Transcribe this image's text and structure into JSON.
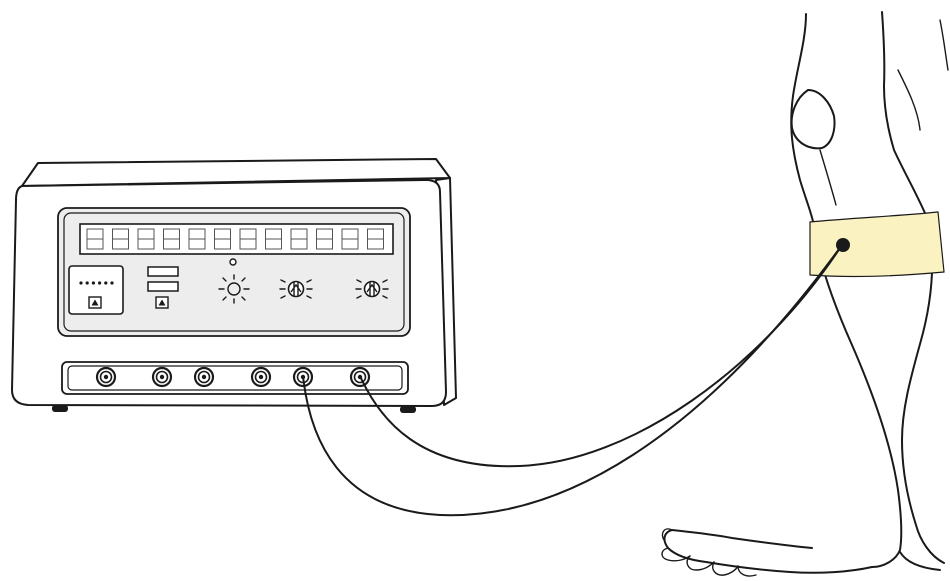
{
  "diagram": {
    "display_digits": 12,
    "leds": 6,
    "output_jacks": 6,
    "cuff_color": "#fbf2c2",
    "line_color": "#1a1a1a",
    "panel_color": "#ededed",
    "icons": [
      "brightness-icon",
      "intensity-knob-icon",
      "intensity-knob-icon",
      "up-arrow-icon"
    ]
  }
}
